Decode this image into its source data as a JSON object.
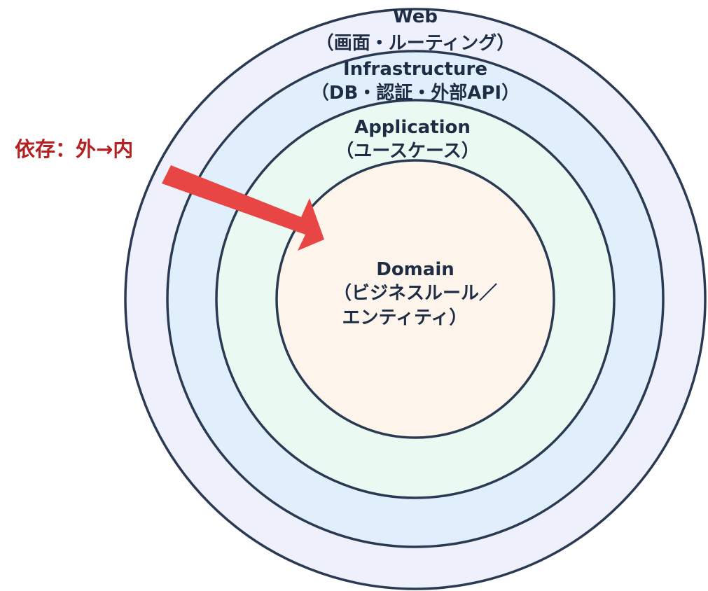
{
  "colors": {
    "outline": "#2a3a52",
    "web_fill": "#eef0fc",
    "infrastructure_fill": "#e1effc",
    "application_fill": "#eaf9f1",
    "domain_fill": "#fdf4ec",
    "arrow": "#e84545",
    "dependency_text": "#b22222"
  },
  "layers": {
    "web": {
      "title": "Web",
      "subtitle": "（画面・ルーティング）"
    },
    "infrastructure": {
      "title": "Infrastructure",
      "subtitle": "（DB・認証・外部API）"
    },
    "application": {
      "title": "Application",
      "subtitle": "（ユースケース）"
    },
    "domain": {
      "title": "Domain",
      "subtitle_line1": "（ビジネスルール／",
      "subtitle_line2": "エンティティ）"
    }
  },
  "dependency": {
    "label": "依存：外→内",
    "arrow_icon": "arrow-right-down-icon"
  }
}
